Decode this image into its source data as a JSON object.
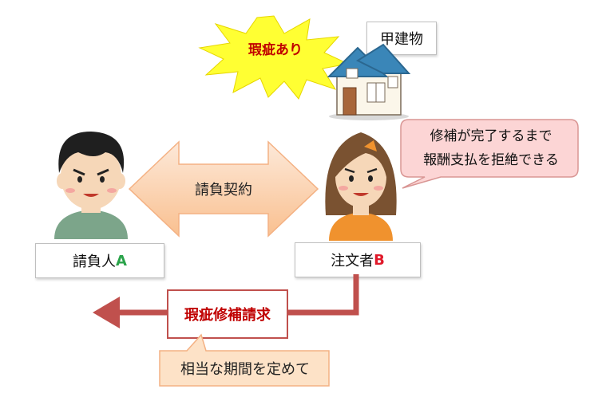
{
  "building_label": "甲建物",
  "defect_label": "瑕疵あり",
  "contract_label": "請負契約",
  "contractor": {
    "label": "請負人",
    "letter": "A"
  },
  "orderer": {
    "label": "注文者",
    "letter": "B"
  },
  "speech": {
    "line1": "修補が完了するまで",
    "line2": "報酬支払を拒絶できる"
  },
  "claim_label": "瑕疵修補請求",
  "period_label": "相当な期間を定めて",
  "colors": {
    "arrow_red": "#c0504d",
    "letter_a": "#2aa34a",
    "letter_b": "#e0192a",
    "defect_text": "#c00000",
    "starburst": "#ffff33",
    "speech_fill": "#fcd5d5",
    "speech_border": "#d99694",
    "period_fill": "#fde2c7"
  }
}
